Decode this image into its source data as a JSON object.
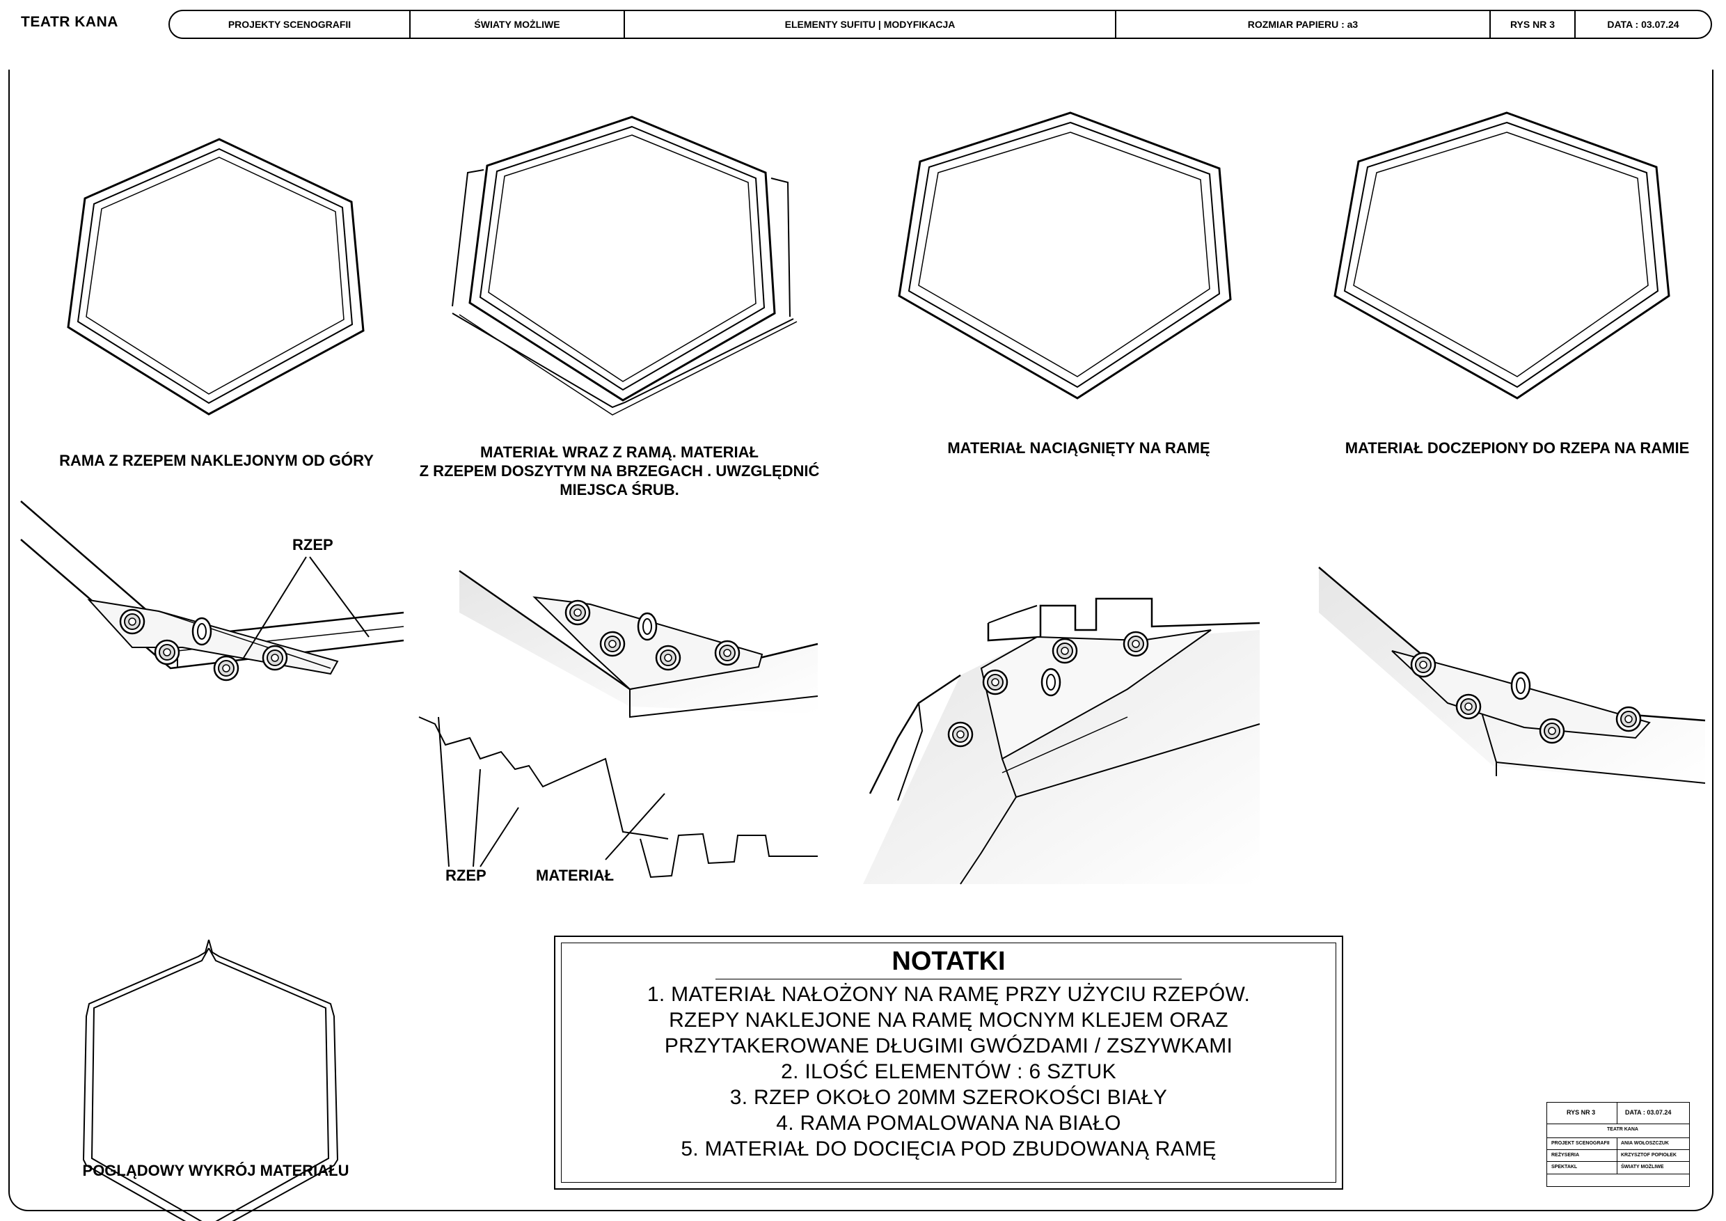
{
  "header": {
    "brand": "TEATR KANA",
    "cells": [
      "PROJEKTY SCENOGRAFII",
      "ŚWIATY MOŻLIWE",
      "ELEMENTY SUFITU | MODYFIKACJA",
      "ROZMIAR PAPIERU : a3",
      "RYS NR 3",
      "DATA : 03.07.24"
    ]
  },
  "captions": {
    "c1": "RAMA Z RZEPEM NAKLEJONYM OD GÓRY",
    "c2_l1": "MATERIAŁ WRAZ Z RAMĄ. MATERIAŁ",
    "c2_l2": "Z RZEPEM DOSZYTYM NA BRZEGACH . UWZGLĘDNIĆ",
    "c2_l3": "MIEJSCA ŚRUB.",
    "c3": "MATERIAŁ NACIĄGNIĘTY NA RAMĘ",
    "c4": "MATERIAŁ DOCZEPIONY DO RZEPA NA RAMIE",
    "c5": "POGLĄDOWY WYKRÓJ MATERIAŁU"
  },
  "labels": {
    "rzep_top": "RZEP",
    "rzep_bottom": "RZEP",
    "material": "MATERIAŁ"
  },
  "notes": {
    "title": "NOTATKI",
    "lines": [
      "1.  MATERIAŁ NAŁOŻONY NA RAMĘ PRZY UŻYCIU RZEPÓW.",
      "RZEPY NAKLEJONE NA RAMĘ MOCNYM KLEJEM ORAZ",
      "PRZYTAKEROWANE DŁUGIMI GWÓZDAMI / ZSZYWKAMI",
      "2. ILOŚĆ ELEMENTÓW : 6 SZTUK",
      "3. RZEP OKOŁO 20MM SZEROKOŚCI BIAŁY",
      "4. RAMA POMALOWANA NA BIAŁO",
      "5. MATERIAŁ DO DOCIĘCIA POD ZBUDOWANĄ RAMĘ"
    ]
  },
  "stamp": {
    "rys": "RYS NR 3",
    "data": "DATA : 03.07.24",
    "teatr": "TEATR KANA",
    "rows": [
      {
        "k": "PROJEKT SCENOGRAFII",
        "v": "ANIA WOŁOSZCZUK"
      },
      {
        "k": "REŻYSERIA",
        "v": "KRZYSZTOF POPIOŁEK"
      },
      {
        "k": "SPEKTAKL",
        "v": "ŚWIATY MOŻLIWE"
      }
    ]
  }
}
